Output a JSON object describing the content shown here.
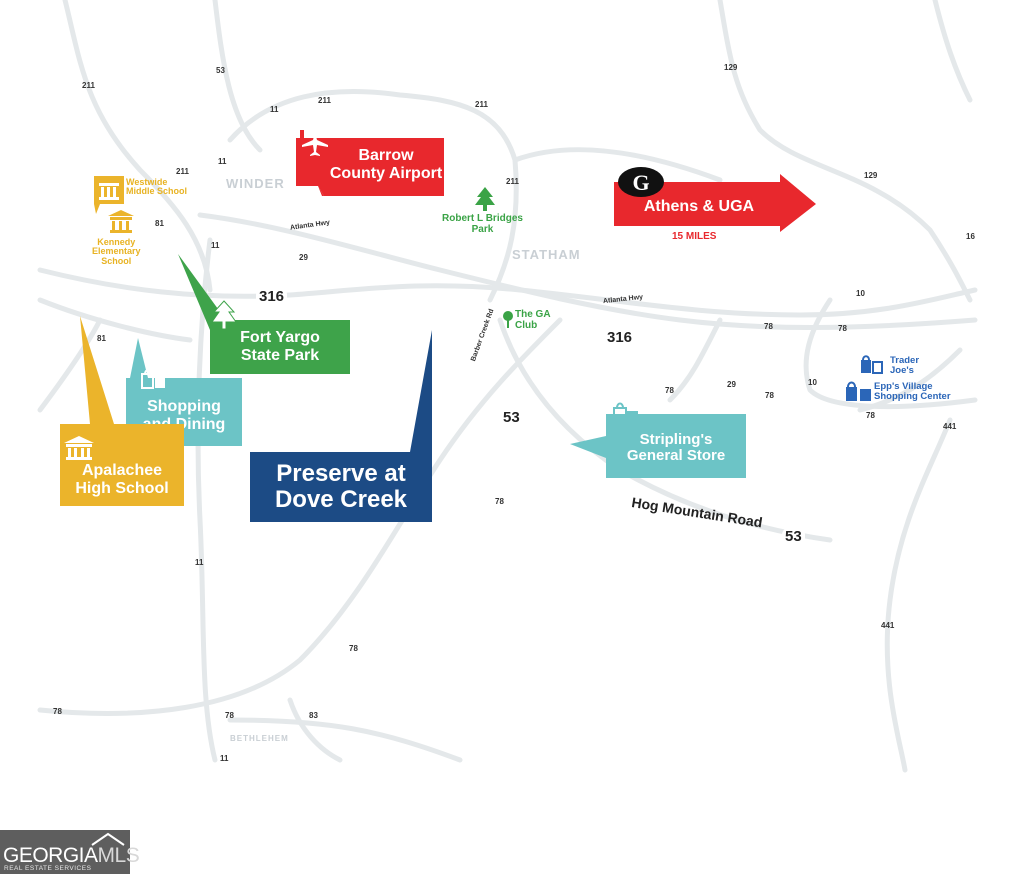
{
  "map": {
    "route_markers": [
      "211",
      "53",
      "211",
      "11",
      "211",
      "211",
      "129",
      "211",
      "11",
      "211",
      "129",
      "81",
      "11",
      "29",
      "10",
      "81",
      "78",
      "78",
      "29",
      "78",
      "10",
      "78",
      "441",
      "78",
      "11",
      "78",
      "441",
      "78",
      "78",
      "83",
      "11",
      "16"
    ],
    "route_shields": [
      "316",
      "316",
      "53",
      "53"
    ],
    "towns": [
      "WINDER",
      "STATHAM",
      "BETHLEHEM"
    ],
    "street_labels": [
      "Atlanta Hwy",
      "Atlanta Hwy",
      "Barber Creek Rd"
    ],
    "hog_mountain_road": "Hog Mountain Road"
  },
  "signs": {
    "airport": {
      "name": "Barrow\nCounty Airport",
      "icon": "airplane-icon",
      "color": "#e8282d"
    },
    "athens": {
      "name": "Athens & UGA",
      "distance": "15 MILES",
      "icon": "georgia-g-icon",
      "color": "#e8282d"
    },
    "fort_yargo": {
      "name": "Fort Yargo\nState Park",
      "icon": "tree-icon",
      "color": "#3ea34a"
    },
    "shopping": {
      "name": "Shopping\nand Dining",
      "icon": "shopping-bags-icon",
      "color": "#6cc4c6"
    },
    "apalachee": {
      "name": "Apalachee\nHigh School",
      "icon": "school-icon",
      "color": "#ebb42b"
    },
    "preserve": {
      "name": "Preserve at\nDove Creek",
      "color": "#1c4b85"
    },
    "stripling": {
      "name": "Stripling's\nGeneral Store",
      "icon": "shopping-bags-icon",
      "color": "#6cc4c6"
    }
  },
  "pois": {
    "westwide": "Westwide\nMiddle School",
    "kennedy": "Kennedy\nElementary\nSchool",
    "bridges_park": "Robert L Bridges\nPark",
    "ga_club": "The GA\nClub",
    "trader_joes": "Trader\nJoe's",
    "epps": "Epp's Village\nShopping Center"
  },
  "logo": {
    "brand_a": "GEORGIA",
    "brand_b": "MLS",
    "tagline": "REAL ESTATE SERVICES"
  }
}
